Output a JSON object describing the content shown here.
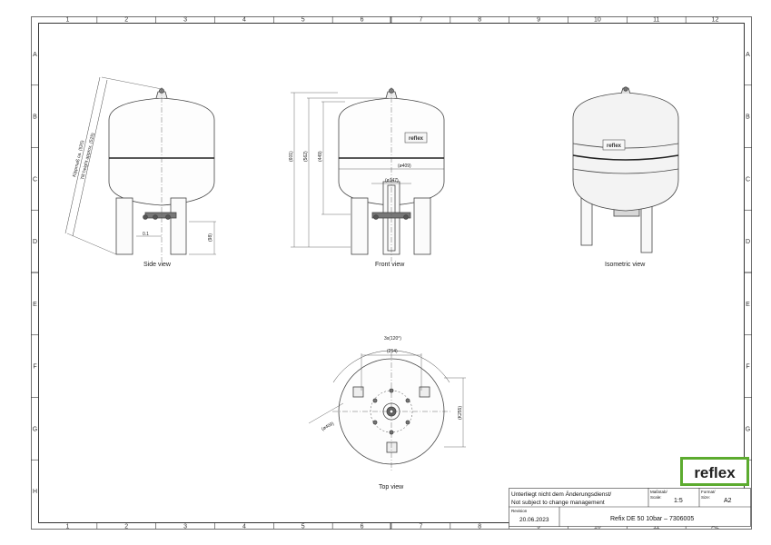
{
  "zones": {
    "columns": [
      "1",
      "2",
      "3",
      "4",
      "5",
      "6",
      "7",
      "8",
      "9",
      "10",
      "11",
      "12"
    ],
    "rows": [
      "A",
      "B",
      "C",
      "D",
      "E",
      "F",
      "G",
      "H"
    ],
    "bottom_right_label": "A2"
  },
  "side_view": {
    "caption": "Side view",
    "dim_tilt_lower": "Kippmaß ca. (525)",
    "dim_tilt_upper": "Tilt height approx. (525)",
    "dim_clearance": "0.1",
    "dim_leg_height": "(98)"
  },
  "front_view": {
    "caption": "Front view",
    "dim_total_height": "(601)",
    "dim_height_2": "(562)",
    "dim_height_3": "(449)",
    "dim_diameter": "(ø409)",
    "dim_stand": "(ø147)"
  },
  "iso_view": {
    "caption": "Isometric view"
  },
  "top_view": {
    "caption": "Top view",
    "dim_angle": "3x(120°)",
    "dim_width": "(254)",
    "dim_diameter": "(ø409)",
    "dim_depth": "(K255)"
  },
  "brand": {
    "logo_text": "reflex",
    "plate_text": "reflex",
    "logo_color": "#5cab2f"
  },
  "title_block": {
    "note_de": "Unterliegt nicht dem Änderungsdienst/",
    "note_en": "Not subject to change management",
    "scale_label_de": "Maßstab/",
    "scale_label_en": "Scale:",
    "scale_value": "1:5",
    "format_label_de": "Format/",
    "format_label_en": "Size:",
    "format_value": "A2",
    "revision_label": "Revision",
    "revision_date": "20.06.2023",
    "product": "Refix DE 50 10bar – 7306005"
  }
}
